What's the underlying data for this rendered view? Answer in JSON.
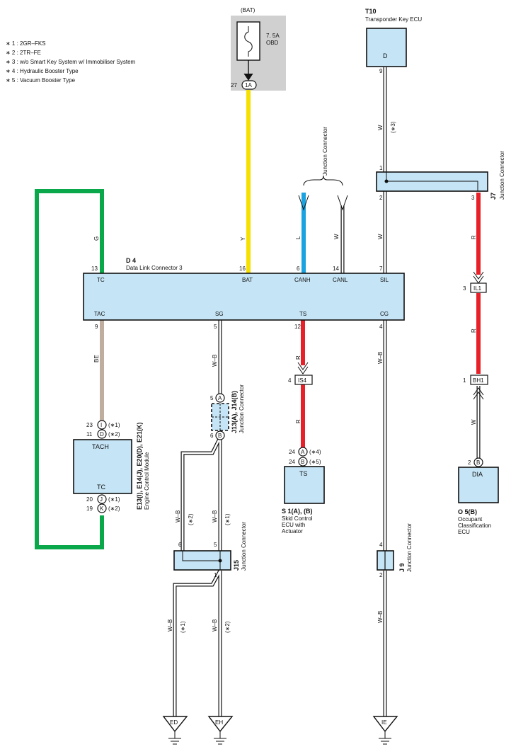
{
  "notes": [
    "∗ 1 : 2GR–FKS",
    "∗ 2 : 2TR–FE",
    "∗ 3 : w/o Smart Key System w/ Immobiliser System",
    "∗ 4 : Hydraulic Booster Type",
    "∗ 5 : Vacuum Booster Type"
  ],
  "fuse": {
    "source": "(BAT)",
    "rating": "7. 5A",
    "name": "OBD",
    "pin": "27",
    "connector": "1A"
  },
  "t10": {
    "code": "T10",
    "name": "Transponder Key ECU",
    "terminal": "D",
    "pin": "9"
  },
  "jc_label": "Junction Connector",
  "j7": {
    "code": "J7",
    "pin_top": "1",
    "pin_left": "2",
    "pin_right": "3"
  },
  "d4": {
    "code": "D 4",
    "name": "Data Link Connector 3",
    "top_terms": [
      "TC",
      "BAT",
      "CANH",
      "CANL",
      "SIL"
    ],
    "top_pins": [
      "13",
      "16",
      "6",
      "14",
      "7"
    ],
    "bot_terms": [
      "TAC",
      "SG",
      "TS",
      "CG"
    ],
    "bot_pins": [
      "9",
      "5",
      "12",
      "4"
    ]
  },
  "wires": {
    "g": "G",
    "y": "Y",
    "l": "L",
    "w_canl": "W",
    "w_sil": "W",
    "w_t10": "W",
    "r_j7": "R",
    "r_il": "R",
    "w_bh": "W",
    "be": "BE",
    "wb_sg": "W–B",
    "r_ts1": "R",
    "r_ts2": "R",
    "wb_cg": "W–B",
    "wb_j15_l": "W–B",
    "wb_j15_r": "W–B",
    "wb_ed": "W–B",
    "wb_eh": "W–B",
    "wb_ie": "W–B"
  },
  "wire_notes": {
    "t10": "(∗3)",
    "j15_l": "(∗2)",
    "j15_r": "(∗1)",
    "ed": "(∗1)",
    "eh": "(∗2)"
  },
  "il1": {
    "pin": "3",
    "label": "IL1"
  },
  "bh1": {
    "pin": "1",
    "label": "BH1"
  },
  "is4": {
    "pin": "4",
    "label": "IS4"
  },
  "ecm": {
    "codes": "E13(I), E14(J), E20(D), E21(K)",
    "name": "Engine Control Module",
    "terminal_top": "TACH",
    "terminal_bot": "TC",
    "pins": [
      {
        "pin": "23",
        "conn": "I",
        "note": "(∗1)"
      },
      {
        "pin": "11",
        "conn": "D",
        "note": "(∗2)"
      },
      {
        "pin": "20",
        "conn": "J",
        "note": "(∗1)"
      },
      {
        "pin": "19",
        "conn": "K",
        "note": "(∗2)"
      }
    ]
  },
  "j13": {
    "code": "J13(A), J14(B)",
    "pin_a": "5",
    "conn_a": "A",
    "pin_b": "6",
    "conn_b": "B"
  },
  "j15": {
    "code": "J15",
    "pin_l": "6",
    "pin_r": "5",
    "pin_bot": "1"
  },
  "s1": {
    "code": "S 1(A), (B)",
    "name1": "Skid Control",
    "name2": "ECU with",
    "name3": "Actuator",
    "terminal": "TS",
    "pins": [
      {
        "pin": "24",
        "conn": "A",
        "note": "(∗4)"
      },
      {
        "pin": "24",
        "conn": "B",
        "note": "(∗5)"
      }
    ]
  },
  "o5": {
    "code": "O 5(B)",
    "name1": "Occupant",
    "name2": "Classification",
    "name3": "ECU",
    "terminal": "DIA",
    "pin": "2",
    "conn": "B"
  },
  "j9": {
    "code": "J 9",
    "pin_top": "4",
    "pin_bot": "2"
  },
  "grounds": [
    "ED",
    "EH",
    "IE"
  ],
  "colors": {
    "green": "#0aa84a",
    "yellow": "#f5e000",
    "blue": "#1ba2e0",
    "red": "#e8202a",
    "tan": "#bfae9e",
    "box": "#c5e4f5",
    "fuse_bg": "#d0d0d0"
  }
}
